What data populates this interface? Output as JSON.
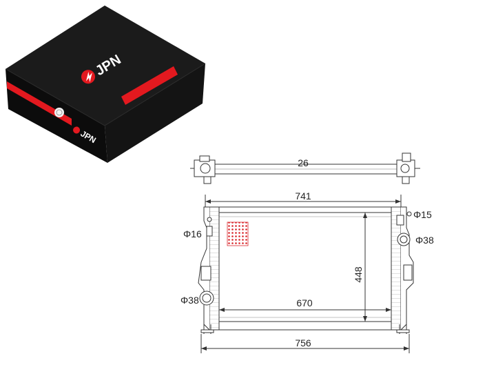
{
  "box": {
    "brand_top": "JPN",
    "brand_side": "JPN",
    "colors": {
      "box": "#111111",
      "accent": "#e3191f",
      "logo": "#ffffff"
    }
  },
  "drawing": {
    "top_view": {
      "depth": "26"
    },
    "front_view": {
      "width_top": "741",
      "width_core": "670",
      "width_bottom": "756",
      "height_core": "448",
      "port_upper_left": "Φ16",
      "port_lower_left": "Φ38",
      "port_upper_right": "Φ15",
      "port_right": "Φ38"
    },
    "colors": {
      "lines": "#333333",
      "hatch": "#d9262b"
    }
  }
}
